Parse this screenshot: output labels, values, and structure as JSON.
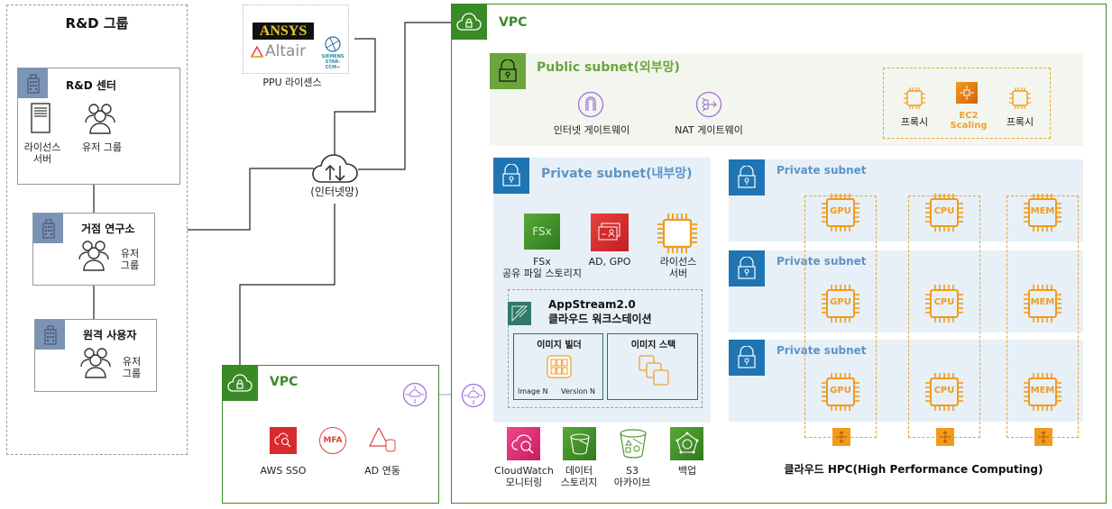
{
  "rnd_group": {
    "title": "R&D 그룹",
    "rnd_center": {
      "title": "R&D 센터",
      "license_server": [
        "라이선스",
        "서버"
      ],
      "user_group": "유저 그룹"
    },
    "branch_lab": {
      "title": "거점 연구소",
      "user_group": [
        "유저",
        "그룹"
      ]
    },
    "remote_user": {
      "title": "원격 사용자",
      "user_group": [
        "유저",
        "그룹"
      ]
    }
  },
  "ppu_license": {
    "label": "PPU 라이센스",
    "vendors": [
      "ANSYS",
      "Altair",
      "SIEMENS"
    ],
    "siemens_sub": "STAR-CCM+"
  },
  "internet": {
    "label": "(인터넷망)"
  },
  "vpc_small": {
    "label": "VPC",
    "services": [
      {
        "name": "AWS SSO",
        "icon": "sso-icon"
      },
      {
        "name": "",
        "icon": "mfa-icon",
        "glyph": "MFA"
      },
      {
        "name": "AD 연동",
        "icon": "directory-service-icon"
      }
    ]
  },
  "vpc_main": {
    "label": "VPC",
    "public_subnet": {
      "label": "Public subnet(외부망)",
      "items": [
        {
          "name": "인터넷 게이트웨이",
          "icon": "internet-gateway-icon"
        },
        {
          "name": "NAT 게이트웨이",
          "icon": "nat-gateway-icon"
        }
      ],
      "proxy_group": {
        "scaling_label": "EC2 Scaling",
        "proxies": [
          "프록시",
          "프록시"
        ]
      }
    },
    "private_subnet": {
      "label": "Private subnet(내부망)",
      "items": [
        {
          "name": [
            "FSx",
            "공유 파일 스토리지"
          ],
          "icon": "fsx-icon",
          "glyph": "FSx"
        },
        {
          "name": [
            "AD, GPO"
          ],
          "icon": "directory-icon"
        },
        {
          "name": [
            "라이선스",
            "서버"
          ],
          "icon": "ec2-chip-icon"
        }
      ],
      "appstream": {
        "title": "AppStream2.0",
        "subtitle": "클라우드 워크스테이션",
        "image_builder": {
          "label": "이미지 빌더",
          "left": "Image N",
          "right": "Version N"
        },
        "image_stack": {
          "label": "이미지 스택"
        }
      }
    },
    "bottom_services": [
      {
        "name": [
          "CloudWatch",
          "모니터링"
        ],
        "icon": "cloudwatch-icon",
        "color": "#d6246e"
      },
      {
        "name": [
          "데이터",
          "스토리지"
        ],
        "icon": "s3-bucket-icon",
        "color": "#3f8a2a"
      },
      {
        "name": [
          "S3",
          "아카이브"
        ],
        "icon": "s3-glacier-icon",
        "color": "#3f8a2a"
      },
      {
        "name": [
          "백업"
        ],
        "icon": "backup-icon",
        "color": "#3f8a2a"
      }
    ],
    "hpc_subnets": [
      {
        "label": "Private subnet"
      },
      {
        "label": "Private subnet"
      },
      {
        "label": "Private subnet"
      }
    ],
    "hpc_columns": [
      "GPU",
      "CPU",
      "MEM"
    ],
    "hpc_caption": "클라우드 HPC(High Performance Computing)"
  },
  "colors": {
    "vpc_green": "#3a8a26",
    "public_green": "#6aa63c",
    "private_blue": "#1f74b3",
    "private_text": "#5b94c6",
    "ec2_orange": "#f29b1a",
    "site_icon": "#7b93b4",
    "peering_purple": "#a070d8"
  }
}
